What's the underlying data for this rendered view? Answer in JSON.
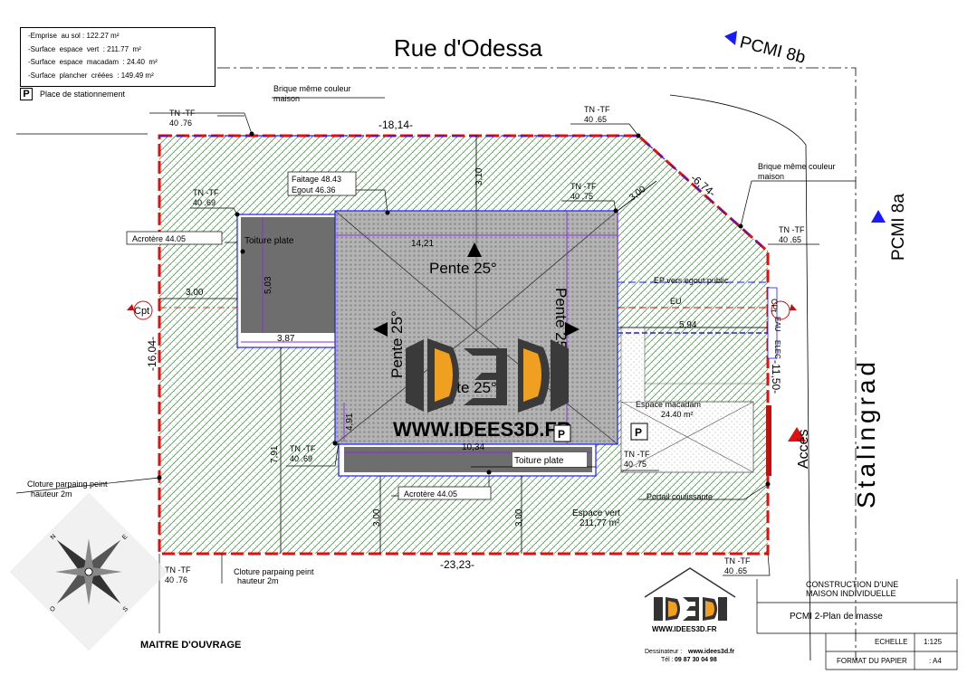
{
  "legend": {
    "lines": [
      "-Emprise  au sol : 122.27 m²",
      "-Surface  espace  vert  : 211.77  m²",
      "-Surface  espace  macadam  : 24.40  m²",
      "-Surface  plancher  créées  : 149.49 m²"
    ],
    "parking": "Place  de  stationnement"
  },
  "streets": {
    "top": "Rue  d'Odessa",
    "right": "Stalingrad"
  },
  "pcmi": {
    "top": "PCMI 8b",
    "right": "PCMI 8a"
  },
  "dimensions": {
    "north": "-18,14-",
    "south": "-23,23-",
    "west": "-16,04-",
    "east": "-11,50-",
    "ne": "-6,74-",
    "roof_width": "14,21",
    "roof_south": "10,34",
    "left_setback": "3,00",
    "flat_roof_height": "5,03",
    "flat_roof_width": "3,87",
    "side_491": "4,91",
    "dist_791": "7,91",
    "dist_300_a": "3,00",
    "dist_300_b": "3,00",
    "dist_310": "3,10",
    "dist_300_diag": "3,00",
    "dist_594": "5,94"
  },
  "labels": {
    "brique_top": [
      "Brique  même couleur",
      "maison"
    ],
    "brique_right": [
      "Brique  même couleur",
      "maison"
    ],
    "faitage": "Faitage   48.43",
    "egout": "Egout      46.36",
    "acrotere_1": "Acrotère   44.05",
    "acrotere_2": "Acrotère   44.05",
    "toiture_plate_1": "Toiture    plate",
    "toiture_plate_2": "Toiture    plate",
    "pente_top": "Pente 25°",
    "pente_left": "Pente 25°",
    "pente_right": "Pente 25°",
    "pente_bottom": "Pente 25°",
    "cloture_left": [
      "Cloture  parpaing  peint",
      "hauteur  2m"
    ],
    "cloture_bottom": [
      "Cloture  parpaing  peint",
      "hauteur  2m"
    ],
    "espace_macadam": [
      "Espace   macadam",
      "24.40  m²"
    ],
    "espace_vert": [
      "Espace   vert",
      "211,77  m²"
    ],
    "portail": "Portail  coulissante",
    "acces": "Accés",
    "ep": "EP vers  egout  public",
    "eu": "EU",
    "cpt": "Cpt",
    "cpt_right": "CPt",
    "eau": "EAU",
    "elec": "ELEC"
  },
  "tn_tf": [
    {
      "label": "TN -TF",
      "value": "40 .76"
    },
    {
      "label": "TN -TF",
      "value": "40 .65"
    },
    {
      "label": "TN -TF",
      "value": "40 .69"
    },
    {
      "label": "TN -TF",
      "value": "40 .75"
    },
    {
      "label": "TN -TF",
      "value": "40 .65"
    },
    {
      "label": "TN -TF",
      "value": "40 .69"
    },
    {
      "label": "TN -TF",
      "value": "40 .75"
    },
    {
      "label": "TN -TF",
      "value": "40 .76"
    },
    {
      "label": "TN -TF",
      "value": "40 .65"
    }
  ],
  "watermark": "WWW.IDEES3D.FR",
  "compass": [
    "N",
    "E",
    "S",
    "O"
  ],
  "footer": {
    "maitre": "MAITRE D'OUVRAGE",
    "logo_url": "WWW.IDEES3D.FR",
    "dessinateur_label": "Dessinateur :",
    "dessinateur_site": "www.idees3d.fr",
    "tel_label": "Tél :",
    "tel": "09 87 30 04 98",
    "title_1": "CONSTRUCTION       D'UNE",
    "title_2": "MAISON   INDIVIDUELLE",
    "plan": "PCMI  2-Plan  de  masse",
    "echelle_label": "ECHELLE",
    "echelle_value": "1:125",
    "format_label": "FORMAT   DU PAPIER",
    "format_value": ": A4"
  },
  "colors": {
    "boundary": "#e01010",
    "dim_blue": "#1a1aff",
    "dim_red": "#c01010",
    "purple": "#8a2be2",
    "hatch_green": "#2e8b2e",
    "logo_orange": "#f0a020"
  }
}
